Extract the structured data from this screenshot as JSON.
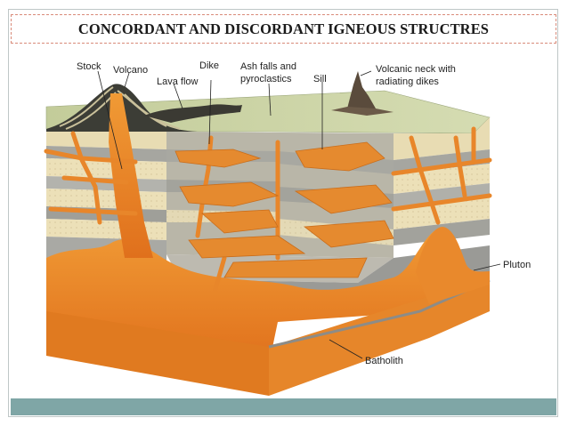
{
  "slide": {
    "title": "CONCORDANT AND DISCORDANT IGNEOUS STRUCTRES"
  },
  "diagram": {
    "labels": {
      "stock": "Stock",
      "volcano": "Volcano",
      "lava_flow": "Lava flow",
      "dike": "Dike",
      "ash_falls_line1": "Ash falls and",
      "ash_falls_line2": "pyroclastics",
      "sill": "Sill",
      "neck_line1": "Volcanic neck with",
      "neck_line2": "radiating dikes",
      "pluton": "Pluton",
      "batholith": "Batholith"
    },
    "colors": {
      "magma": "#e8862a",
      "magma_light": "#f2a94a",
      "sediment_tan": "#ece0b8",
      "sediment_gray": "#a9a9a5",
      "bar": "#7fa6a6",
      "grass": "#c8d3a0"
    }
  }
}
